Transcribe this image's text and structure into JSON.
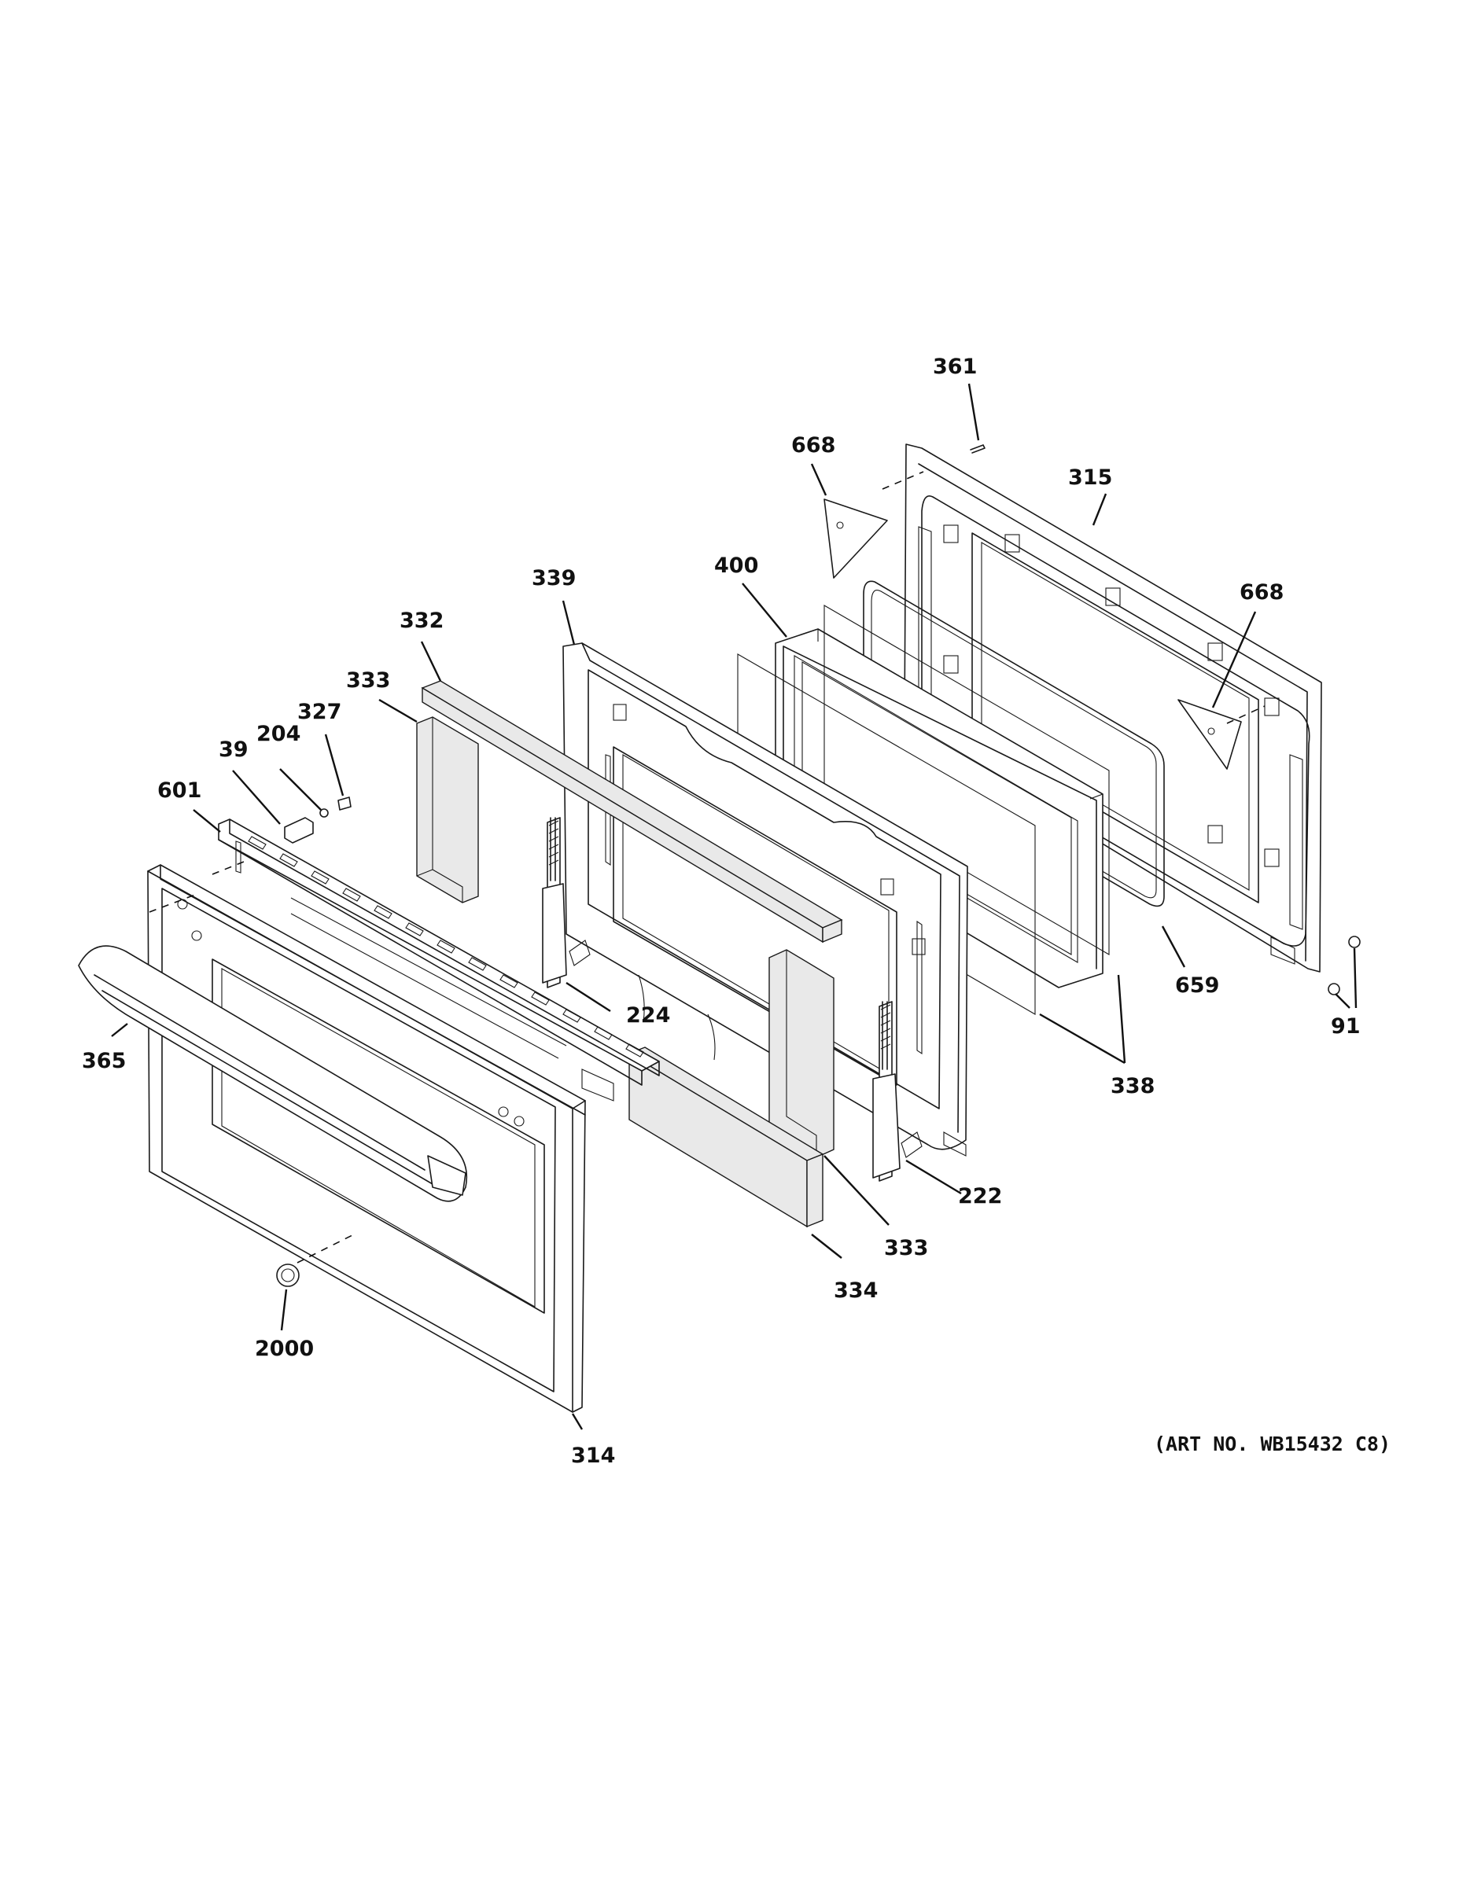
{
  "callouts": {
    "c361": "361",
    "c668a": "668",
    "c315": "315",
    "c668b": "668",
    "c400": "400",
    "c339": "339",
    "c332": "332",
    "c333a": "333",
    "c327": "327",
    "c204": "204",
    "c39": "39",
    "c601": "601",
    "c365": "365",
    "c224": "224",
    "c659": "659",
    "c91": "91",
    "c338": "338",
    "c222": "222",
    "c333b": "333",
    "c334": "334",
    "c2000": "2000",
    "c314": "314"
  },
  "art_number": "(ART NO. WB15432 C8)"
}
